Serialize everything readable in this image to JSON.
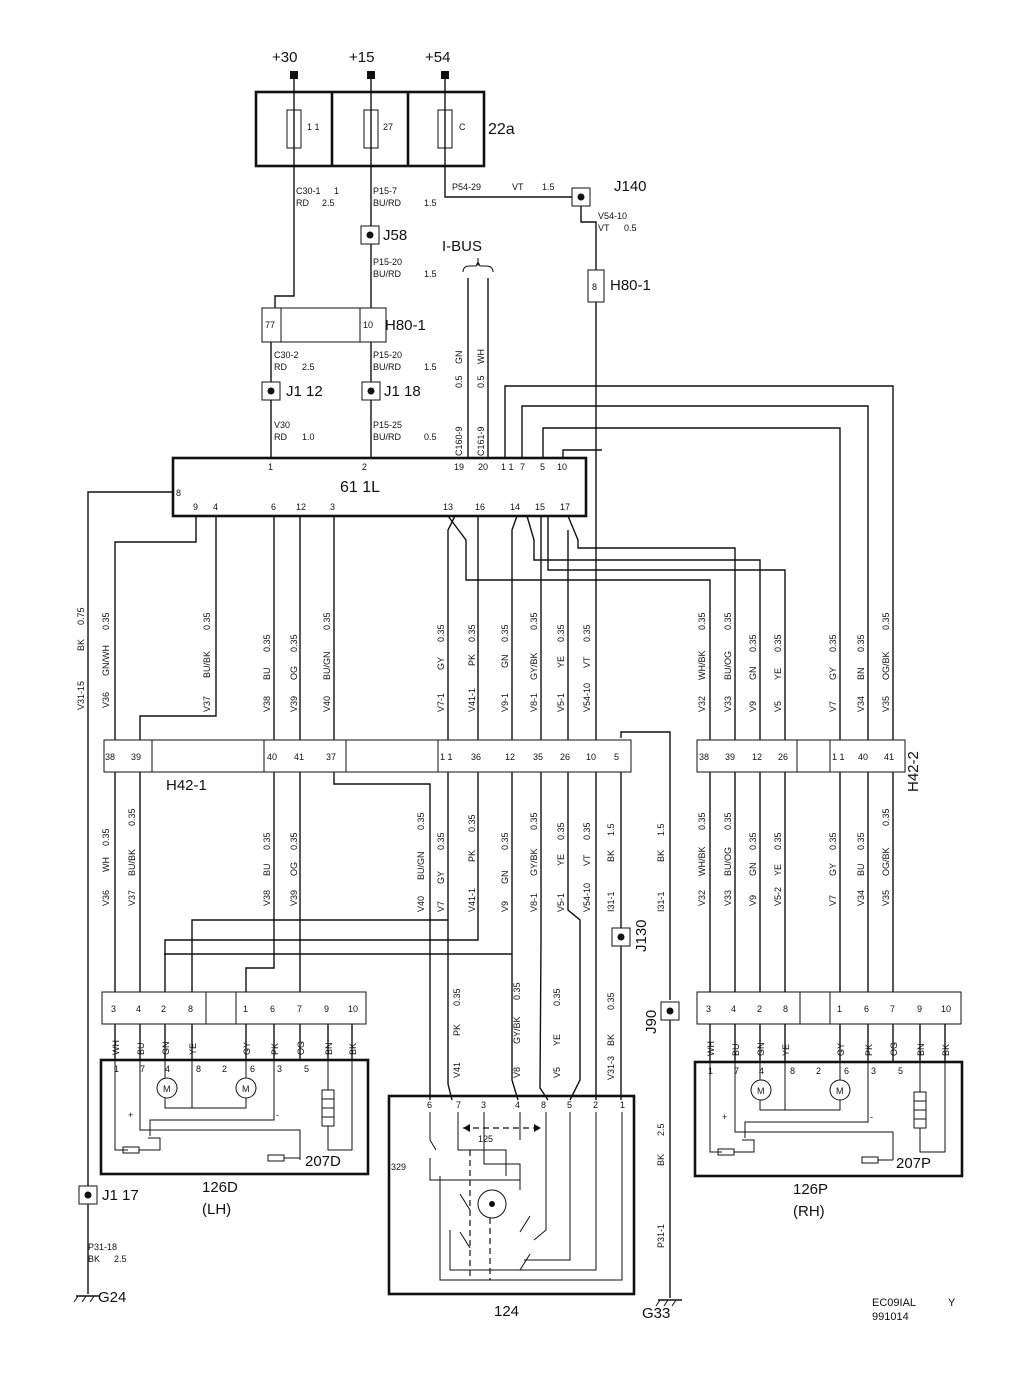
{
  "fuse_supplies": [
    "+30",
    "+15",
    "+54"
  ],
  "fusebox": {
    "id": "22a",
    "fuses": [
      "1 1",
      "27",
      "C"
    ]
  },
  "junctions": {
    "j140": "J140",
    "j58": "J58",
    "j1_12": "J1  12",
    "j1_18": "J1  18",
    "j1_17": "J1  17",
    "j130": "J130",
    "j90": "J90"
  },
  "h80_left": {
    "label": "H80-1",
    "pins": [
      "77",
      "10"
    ]
  },
  "h80_right": {
    "label": "H80-1",
    "pin": "8"
  },
  "ibus": "I-BUS",
  "upper_wires": [
    [
      "C30-1",
      "1",
      "RD",
      "2.5"
    ],
    [
      "P15-7",
      "BU/RD",
      "1.5"
    ],
    [
      "P54-29",
      "VT",
      "1.5"
    ],
    [
      "V54-10",
      "VT",
      "0.5"
    ],
    [
      "P15-20",
      "BU/RD",
      "1.5"
    ],
    [
      "C30-2",
      "RD",
      "2.5"
    ],
    [
      "P15-20",
      "BU/RD",
      "1.5"
    ],
    [
      "V30",
      "RD",
      "1.0"
    ],
    [
      "P15-25",
      "BU/RD",
      "0.5"
    ],
    [
      "C160-9",
      "GN",
      "0.5"
    ],
    [
      "C161-9",
      "WH",
      "0.5"
    ]
  ],
  "module": {
    "label": "61 1L",
    "top_pins": [
      "1",
      "2",
      "19",
      "20",
      "1 1",
      "7",
      "5",
      "10"
    ],
    "left_pin": "8",
    "bottom_pins": [
      "9",
      "4",
      "6",
      "12",
      "3",
      "13",
      "16",
      "14",
      "15",
      "17"
    ]
  },
  "mid_wires": [
    [
      "V31-15",
      "BK",
      "0.75"
    ],
    [
      "V36",
      "GN/WH",
      "0.35"
    ],
    [
      "V37",
      "BU/BK",
      "0.35"
    ],
    [
      "V38",
      "BU",
      "0.35"
    ],
    [
      "V39",
      "OG",
      "0.35"
    ],
    [
      "V40",
      "BU/GN",
      "0.35"
    ],
    [
      "V7-1",
      "GY",
      "0.35"
    ],
    [
      "V41-1",
      "PK",
      "0.35"
    ],
    [
      "V9-1",
      "GN",
      "0.35"
    ],
    [
      "V8-1",
      "GY/BK",
      "0.35"
    ],
    [
      "V5-1",
      "YE",
      "0.35"
    ],
    [
      "V54-10",
      "VT",
      "0.35"
    ],
    [
      "V32",
      "WH/BK",
      "0.35"
    ],
    [
      "V33",
      "BU/OG",
      "0.35"
    ],
    [
      "V9",
      "GN",
      "0.35"
    ],
    [
      "V5",
      "YE",
      "0.35"
    ],
    [
      "V7",
      "GY",
      "0.35"
    ],
    [
      "V34",
      "BN",
      "0.35"
    ],
    [
      "V35",
      "OG/BK",
      "0.35"
    ]
  ],
  "h42_1": {
    "label": "H42-1",
    "pins": [
      "38",
      "39",
      "40",
      "41",
      "37",
      "1 1",
      "36",
      "12",
      "35",
      "26",
      "10",
      "5"
    ]
  },
  "h42_2": {
    "label": "H42-2",
    "pins": [
      "38",
      "39",
      "12",
      "26",
      "1 1",
      "40",
      "41"
    ]
  },
  "low_wires": [
    [
      "V36",
      "WH",
      "0.35"
    ],
    [
      "V37",
      "BU/BK",
      "0.35"
    ],
    [
      "V38",
      "BU",
      "0.35"
    ],
    [
      "V39",
      "OG",
      "0.35"
    ],
    [
      "V40",
      "BU/GN",
      "0.35"
    ],
    [
      "V7",
      "GY",
      "0.35"
    ],
    [
      "V41-1",
      "PK",
      "0.35"
    ],
    [
      "V9",
      "GN",
      "0.35"
    ],
    [
      "V8-1",
      "GY/BK",
      "0.35"
    ],
    [
      "V5-1",
      "YE",
      "0.35"
    ],
    [
      "V54-10",
      "VT",
      "0.35"
    ],
    [
      "I31-1",
      "BK",
      "1.5"
    ],
    [
      "I31-1",
      "BK",
      "1.5"
    ],
    [
      "V32",
      "WH/BK",
      "0.35"
    ],
    [
      "V33",
      "BU/OG",
      "0.35"
    ],
    [
      "V9",
      "GN",
      "0.35"
    ],
    [
      "V5-2",
      "YE",
      "0.35"
    ],
    [
      "V7",
      "GY",
      "0.35"
    ],
    [
      "V34",
      "BU",
      "0.35"
    ],
    [
      "V35",
      "OG/BK",
      "0.35"
    ]
  ],
  "switch_wires": [
    [
      "V41",
      "PK",
      "0.35"
    ],
    [
      "V8",
      "GY/BK",
      "0.35"
    ],
    [
      "V5",
      "YE",
      "0.35"
    ],
    [
      "V31-3",
      "BK",
      "0.35"
    ],
    [
      "P31-1",
      "BK",
      "2.5"
    ],
    [
      "P31-18",
      "BK",
      "2.5"
    ]
  ],
  "connectors": {
    "left": [
      "3",
      "4",
      "2",
      "8",
      "1",
      "6",
      "7",
      "9",
      "10"
    ],
    "right": [
      "3",
      "4",
      "2",
      "8",
      "1",
      "6",
      "7",
      "9",
      "10"
    ]
  },
  "mirror_colors": [
    "WH",
    "BU",
    "GN",
    "YE",
    "GY",
    "PK",
    "OG",
    "BN",
    "BK"
  ],
  "mirror_inner_pins": [
    "1",
    "7",
    "4",
    "8",
    "2",
    "6",
    "3",
    "5"
  ],
  "motor_symbol": "M",
  "mirror_lh": {
    "id": "126D",
    "side": "(LH)",
    "heater": "207D"
  },
  "mirror_rh": {
    "id": "126P",
    "side": "(RH)",
    "heater": "207P"
  },
  "switch": {
    "id": "124",
    "pins": [
      "6",
      "7",
      "3",
      "4",
      "8",
      "5",
      "2",
      "1"
    ],
    "sub": "125",
    "lamp": "329"
  },
  "grounds": [
    "G24",
    "G33"
  ],
  "footer": {
    "code": "EC09IAL",
    "date": "991014",
    "letter": "Y"
  }
}
